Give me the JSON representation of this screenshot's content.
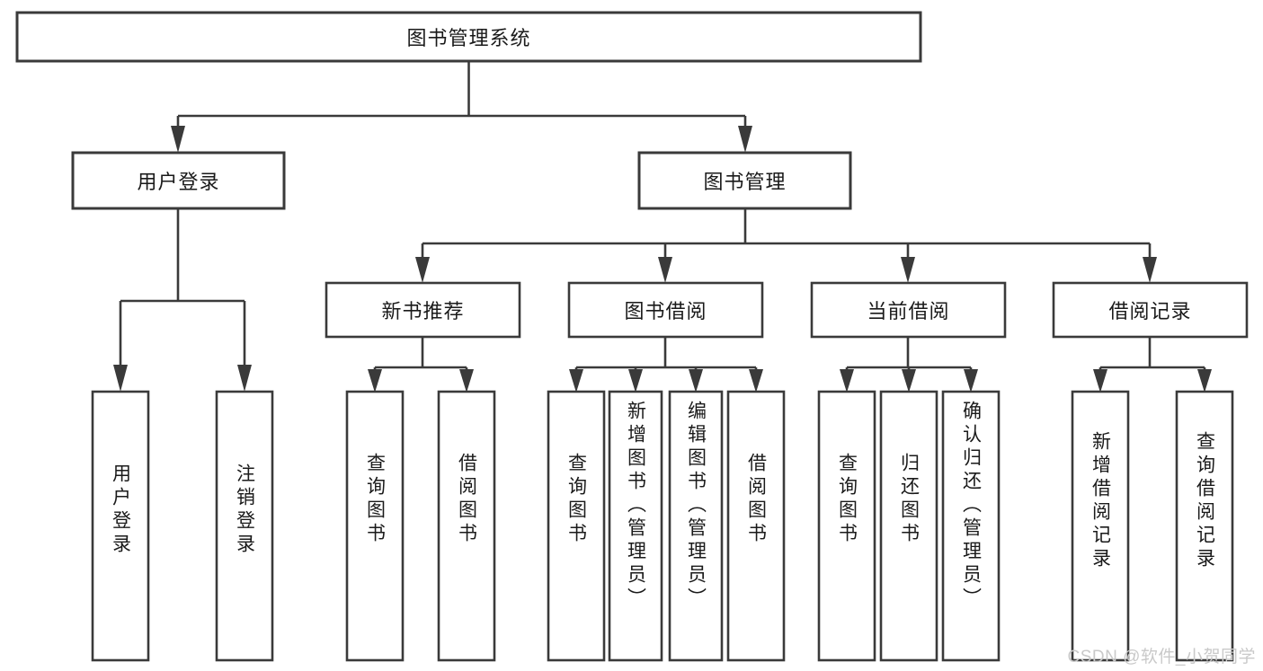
{
  "diagram": {
    "type": "tree-hierarchy",
    "title": "图书管理系统",
    "root": {
      "id": "root",
      "label": "图书管理系统",
      "orientation": "horizontal"
    },
    "level1": [
      {
        "id": "user-login",
        "label": "用户登录",
        "orientation": "horizontal"
      },
      {
        "id": "book-manage",
        "label": "图书管理",
        "orientation": "horizontal"
      }
    ],
    "level2": [
      {
        "id": "new-book-recommend",
        "label": "新书推荐",
        "orientation": "horizontal",
        "parent": "book-manage"
      },
      {
        "id": "book-borrow",
        "label": "图书借阅",
        "orientation": "horizontal",
        "parent": "book-manage"
      },
      {
        "id": "current-borrow",
        "label": "当前借阅",
        "orientation": "horizontal",
        "parent": "book-manage"
      },
      {
        "id": "borrow-record",
        "label": "借阅记录",
        "orientation": "horizontal",
        "parent": "book-manage"
      }
    ],
    "leaves": [
      {
        "id": "leaf-user-login",
        "label": "用户登录",
        "orientation": "vertical",
        "parent": "user-login"
      },
      {
        "id": "leaf-user-logout",
        "label": "注销登录",
        "orientation": "vertical",
        "parent": "user-login"
      },
      {
        "id": "leaf-query-book-1",
        "label": "查询图书",
        "orientation": "vertical",
        "parent": "new-book-recommend"
      },
      {
        "id": "leaf-borrow-book-1",
        "label": "借阅图书",
        "orientation": "vertical",
        "parent": "new-book-recommend"
      },
      {
        "id": "leaf-query-book-2",
        "label": "查询图书",
        "orientation": "vertical",
        "parent": "book-borrow"
      },
      {
        "id": "leaf-add-book",
        "label": "新增图书（管理员）",
        "orientation": "vertical",
        "parent": "book-borrow"
      },
      {
        "id": "leaf-edit-book",
        "label": "编辑图书（管理员）",
        "orientation": "vertical",
        "parent": "book-borrow"
      },
      {
        "id": "leaf-borrow-book-2",
        "label": "借阅图书",
        "orientation": "vertical",
        "parent": "book-borrow"
      },
      {
        "id": "leaf-query-book-3",
        "label": "查询图书",
        "orientation": "vertical",
        "parent": "current-borrow"
      },
      {
        "id": "leaf-return-book",
        "label": "归还图书",
        "orientation": "vertical",
        "parent": "current-borrow"
      },
      {
        "id": "leaf-confirm-return",
        "label": "确认归还（管理员）",
        "orientation": "vertical",
        "parent": "current-borrow"
      },
      {
        "id": "leaf-add-record",
        "label": "新增借阅记录",
        "orientation": "vertical",
        "parent": "borrow-record"
      },
      {
        "id": "leaf-query-record",
        "label": "查询借阅记录",
        "orientation": "vertical",
        "parent": "borrow-record"
      }
    ],
    "colors": {
      "box_stroke": "#3a3a3a",
      "box_fill": "#ffffff",
      "connector": "#3a3a3a",
      "text": "#1a1a1a",
      "background": "#ffffff",
      "watermark": "#c9c9c9"
    }
  },
  "watermark": {
    "text": "CSDN @软件_小贺同学"
  }
}
